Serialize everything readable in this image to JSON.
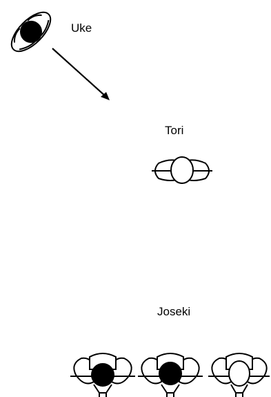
{
  "labels": {
    "uke": "Uke",
    "tori": "Tori",
    "joseki": "Joseki"
  },
  "figures": [
    {
      "role": "uke",
      "head_color": "black",
      "facing": "diagonal-down-right"
    },
    {
      "role": "tori",
      "head_color": "white",
      "facing": "down"
    },
    {
      "role": "joseki-1",
      "head_color": "black"
    },
    {
      "role": "joseki-2",
      "head_color": "black"
    },
    {
      "role": "joseki-3",
      "head_color": "white"
    }
  ],
  "arrow": {
    "from": "uke",
    "to": "tori",
    "style": "solid-line-arrowhead"
  },
  "colors": {
    "ink": "#000000",
    "background": "#ffffff"
  }
}
